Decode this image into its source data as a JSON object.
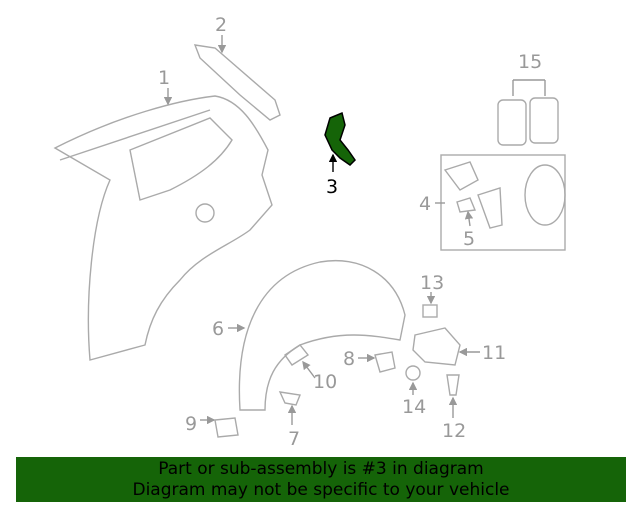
{
  "diagram": {
    "highlight_color": "#156408",
    "highlighted_part": "3",
    "callouts": [
      "1",
      "2",
      "3",
      "4",
      "5",
      "6",
      "7",
      "8",
      "9",
      "10",
      "11",
      "12",
      "13",
      "14",
      "15"
    ]
  },
  "banner": {
    "line1": "Part or sub-assembly is #3 in diagram",
    "line2": "Diagram may not be specific to your vehicle",
    "background": "#156408"
  }
}
